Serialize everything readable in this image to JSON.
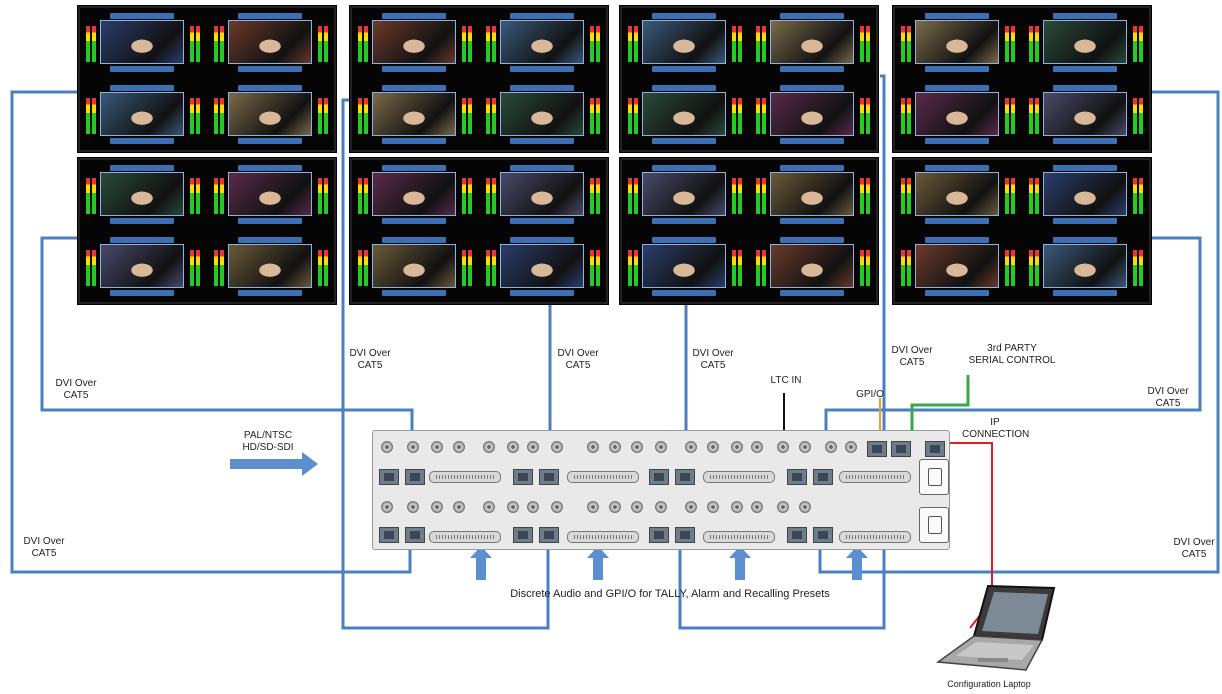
{
  "labels": {
    "dvi_left_top": [
      "DVI Over",
      "CAT5"
    ],
    "dvi_left_bottom": [
      "DVI Over",
      "CAT5"
    ],
    "dvi_col2": [
      "DVI Over",
      "CAT5"
    ],
    "dvi_col3": [
      "DVI Over",
      "CAT5"
    ],
    "dvi_col4": [
      "DVI Over",
      "CAT5"
    ],
    "dvi_col5": [
      "DVI Over",
      "CAT5"
    ],
    "dvi_right_top": [
      "DVI Over",
      "CAT5"
    ],
    "dvi_right_bottom": [
      "DVI Over",
      "CAT5"
    ],
    "pal_ntsc": [
      "PAL/NTSC",
      "HD/SD-SDI"
    ],
    "ltc_in": "LTC IN",
    "gpio": "GPI/O",
    "serial": [
      "3rd PARTY",
      "SERIAL CONTROL"
    ],
    "ip": [
      "IP",
      "CONNECTION"
    ],
    "discrete": "Discrete Audio and GPI/O for TALLY, Alarm and Recalling Presets",
    "laptop": "Configuration Laptop"
  },
  "colors": {
    "cable_dvi": "#4a7fc1",
    "cable_ltc": "#111111",
    "cable_gpio": "#f0a020",
    "cable_serial": "#3aa84a",
    "cable_ip": "#e02020",
    "arrow": "#5b8fd0"
  },
  "icons": [
    "monitor-wall",
    "multiviewer-rack",
    "laptop-icon",
    "input-arrow"
  ]
}
